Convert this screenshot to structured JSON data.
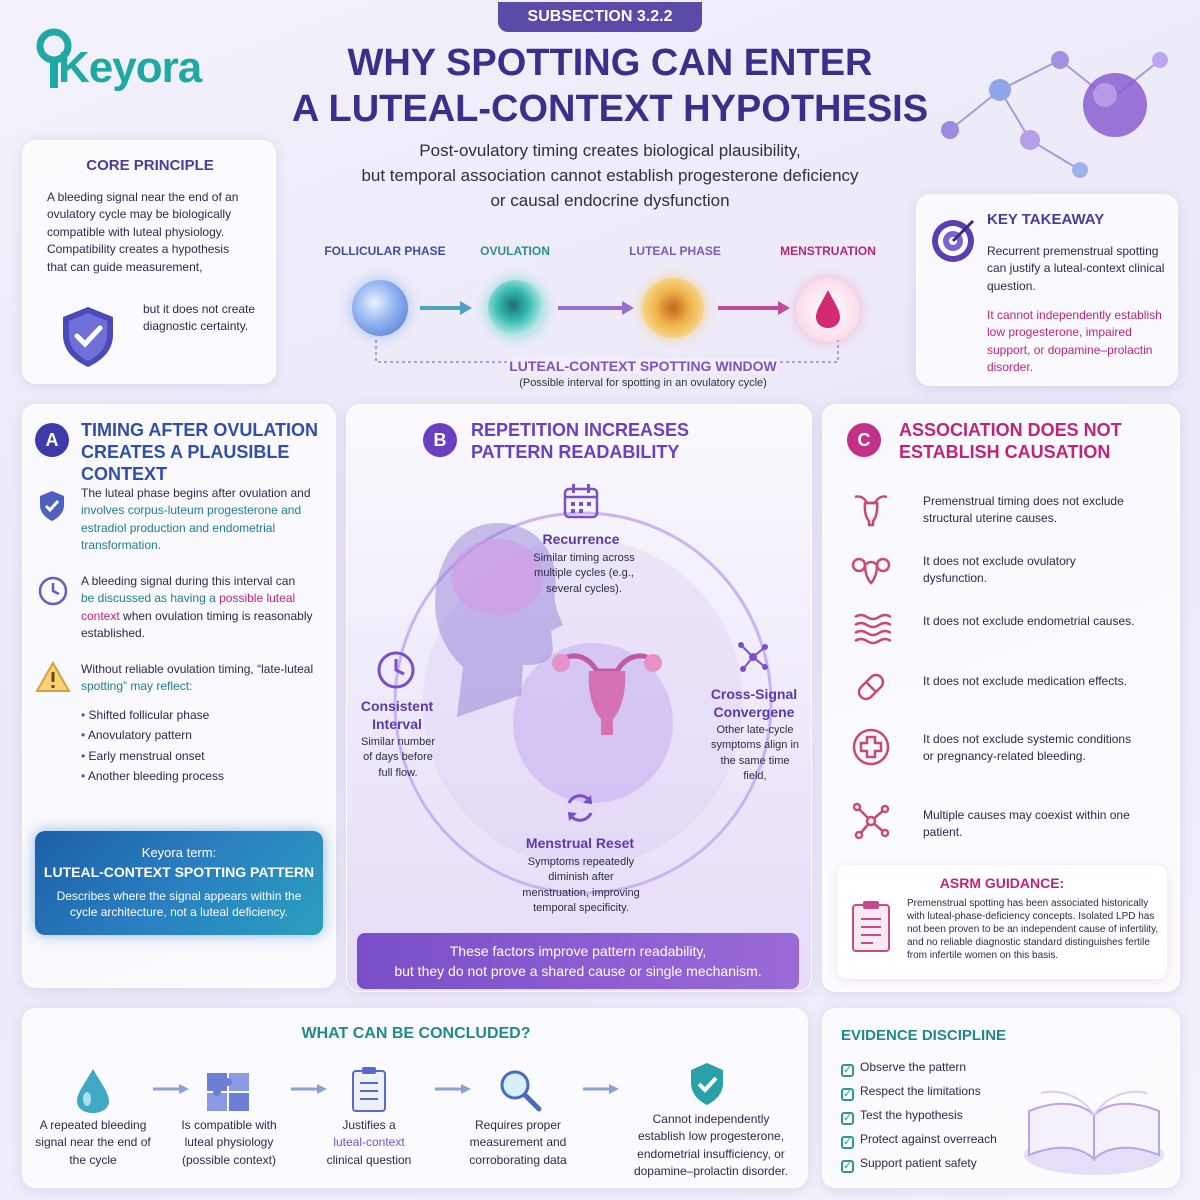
{
  "brand": {
    "name": "Keyora",
    "color": "#1fa9a4"
  },
  "subsection": "SUBSECTION 3.2.2",
  "title": {
    "line1": "WHY SPOTTING CAN ENTER",
    "line2": "A LUTEAL-CONTEXT HYPOTHESIS"
  },
  "subtitle": {
    "line1": "Post-ovulatory timing creates biological plausibility,",
    "line2": "but temporal association cannot establish progesterone deficiency",
    "line3": "or causal endocrine dysfunction"
  },
  "core": {
    "heading": "CORE PRINCIPLE",
    "p1": "A bleeding signal near the end of an ovulatory cycle may be biologically compatible with luteal physiology. Compatibility creates a hypothesis that can guide measurement,",
    "p2": "but it does not create diagnostic certainty."
  },
  "phases": {
    "follicular": "FOLLICULAR PHASE",
    "ovulation": "OVULATION",
    "luteal": "LUTEAL PHASE",
    "menstruation": "MENSTRUATION",
    "window": "LUTEAL-CONTEXT SPOTTING WINDOW",
    "window_note": "(Possible interval for spotting in an ovulatory cycle)"
  },
  "takeaway": {
    "heading": "KEY TAKEAWAY",
    "p1": "Recurrent premenstrual spotting can justify a luteal-context clinical question.",
    "p2": "It cannot independently establish low progesterone, impaired support, or dopamine–prolactin disorder."
  },
  "a": {
    "badge": "A",
    "heading1": "TIMING AFTER OVULATION",
    "heading2": "CREATES A PLAUSIBLE CONTEXT",
    "i1a": "The luteal phase begins after ovulation and",
    "i1b": "involves corpus-luteum progesterone and",
    "i1c": "estradiol production and endometrial",
    "i1d": "transformation.",
    "i2a": "A bleeding signal during this interval can",
    "i2b": "be discussed as having a",
    "i2c": "possible luteal",
    "i2d": "context",
    "i2e": "when ovulation timing is reasonably",
    "i2f": "established.",
    "i3a": "Without reliable ovulation timing, “late-luteal",
    "i3b": "spotting” may reflect:",
    "bullets": [
      "Shifted follicular phase",
      "Anovulatory pattern",
      "Early menstrual onset",
      "Another bleeding process"
    ],
    "term_label": "Keyora term:",
    "term": "LUTEAL-CONTEXT SPOTTING PATTERN",
    "term_desc": "Describes where the signal appears within the cycle architecture, not a luteal deficiency."
  },
  "b": {
    "badge": "B",
    "heading1": "REPETITION INCREASES",
    "heading2": "PATTERN READABILITY",
    "rec_t": "Recurrence",
    "rec_d": "Similar timing across multiple cycles (e.g., several cycles).",
    "con_t1": "Consistent",
    "con_t2": "Interval",
    "con_d": "Similar number of days before full flow.",
    "cross_t1": "Cross-Signal",
    "cross_t2": "Convergene",
    "cross_d": "Other late-cycle symptoms align in the same time field,",
    "reset_t": "Menstrual Reset",
    "reset_d": "Symptoms repeatedly diminish after menstruation, improving temporal specificity.",
    "footer1": "These factors improve pattern readability,",
    "footer2": "but they do not prove a shared cause or single mechanism."
  },
  "c": {
    "badge": "C",
    "heading1": "ASSOCIATION DOES NOT",
    "heading2": "ESTABLISH CAUSATION",
    "items": [
      "Premenstrual timing does not exclude structural uterine causes.",
      "It does not exclude ovulatory dysfunction.",
      "It does not exclude endometrial causes.",
      "It does not exclude medication effects.",
      "It does not exclude systemic conditions or pregnancy-related bleeding.",
      "Multiple causes may coexist within one patient."
    ],
    "asrm_h": "ASRM GUIDANCE:",
    "asrm": "Premenstrual spotting has been associated historically with luteal-phase-deficiency concepts. Isolated LPD has not been proven to be an independent cause of infertility, and no reliable diagnostic standard distinguishes fertile from infertile women on this basis."
  },
  "conclude": {
    "heading": "WHAT CAN BE CONCLUDED?",
    "s1": "A repeated bleeding signal near the end of the cycle",
    "s2a": "Is compatible with",
    "s2b": "luteal physiology",
    "s2c": "(possible context)",
    "s3a": "Justifies a",
    "s3b": "luteal-context",
    "s3c": "clinical question",
    "s4": "Requires proper measurement and corroborating data",
    "s5": "Cannot independently establish low progesterone, endometrial insufficiency, or dopamine–prolactin disorder."
  },
  "evidence": {
    "heading": "EVIDENCE DISCIPLINE",
    "items": [
      "Observe the pattern",
      "Respect the limitations",
      "Test the hypothesis",
      "Protect against overreach",
      "Support patient safety"
    ]
  }
}
